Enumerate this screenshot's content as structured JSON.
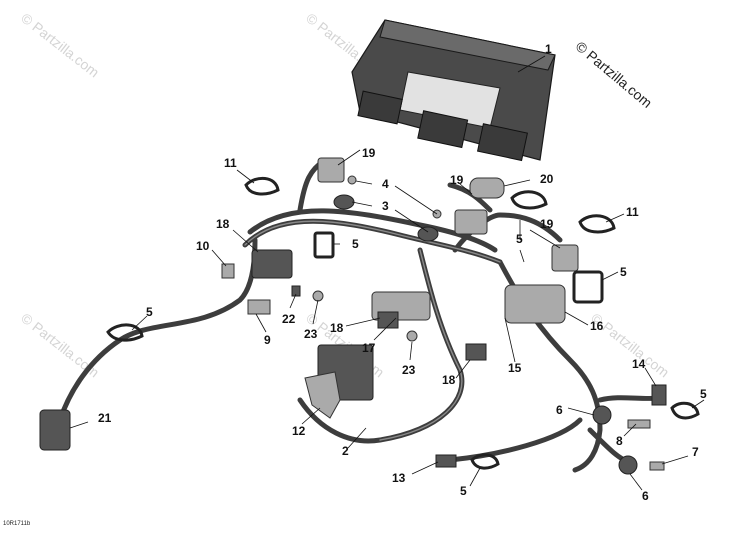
{
  "watermark": "© Partzilla.com",
  "copyright": "© Partzilla.com",
  "reference_code": "10R1711b",
  "callouts": [
    {
      "id": "c1",
      "label": "1"
    },
    {
      "id": "c2",
      "label": "2"
    },
    {
      "id": "c3",
      "label": "3"
    },
    {
      "id": "c4",
      "label": "4"
    },
    {
      "id": "c5a",
      "label": "5"
    },
    {
      "id": "c5b",
      "label": "5"
    },
    {
      "id": "c5c",
      "label": "5"
    },
    {
      "id": "c5d",
      "label": "5"
    },
    {
      "id": "c5e",
      "label": "5"
    },
    {
      "id": "c5f",
      "label": "5"
    },
    {
      "id": "c6a",
      "label": "6"
    },
    {
      "id": "c6b",
      "label": "6"
    },
    {
      "id": "c7",
      "label": "7"
    },
    {
      "id": "c8",
      "label": "8"
    },
    {
      "id": "c9",
      "label": "9"
    },
    {
      "id": "c10",
      "label": "10"
    },
    {
      "id": "c11a",
      "label": "11"
    },
    {
      "id": "c11b",
      "label": "11"
    },
    {
      "id": "c12",
      "label": "12"
    },
    {
      "id": "c13",
      "label": "13"
    },
    {
      "id": "c14",
      "label": "14"
    },
    {
      "id": "c15",
      "label": "15"
    },
    {
      "id": "c16",
      "label": "16"
    },
    {
      "id": "c17",
      "label": "17"
    },
    {
      "id": "c18a",
      "label": "18"
    },
    {
      "id": "c18b",
      "label": "18"
    },
    {
      "id": "c18c",
      "label": "18"
    },
    {
      "id": "c19a",
      "label": "19"
    },
    {
      "id": "c19b",
      "label": "19"
    },
    {
      "id": "c19c",
      "label": "19"
    },
    {
      "id": "c20",
      "label": "20"
    },
    {
      "id": "c21",
      "label": "21"
    },
    {
      "id": "c22",
      "label": "22"
    },
    {
      "id": "c23a",
      "label": "23"
    },
    {
      "id": "c23b",
      "label": "23"
    }
  ]
}
